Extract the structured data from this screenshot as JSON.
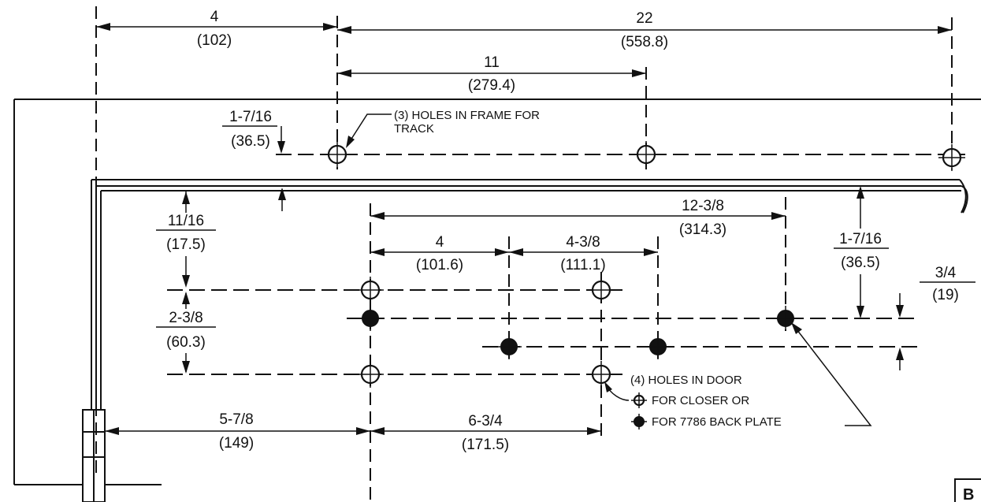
{
  "dimensions": {
    "d4_top": {
      "value": "4",
      "metric": "(102)"
    },
    "d22": {
      "value": "22",
      "metric": "(558.8)"
    },
    "d11": {
      "value": "11",
      "metric": "(279.4)"
    },
    "frame_offset": {
      "value": "1-7/16",
      "metric": "(36.5)"
    },
    "door_gap": {
      "value": "11/16",
      "metric": "(17.5)"
    },
    "d12_3_8": {
      "value": "12-3/8",
      "metric": "(314.3)"
    },
    "d4_door": {
      "value": "4",
      "metric": "(101.6)"
    },
    "d4_3_8": {
      "value": "4-3/8",
      "metric": "(111.1)"
    },
    "door_offset": {
      "value": "1-7/16",
      "metric": "(36.5)"
    },
    "d3_4": {
      "value": "3/4",
      "metric": "(19)"
    },
    "d2_3_8": {
      "value": "2-3/8",
      "metric": "(60.3)"
    },
    "d5_7_8": {
      "value": "5-7/8",
      "metric": "(149)"
    },
    "d6_3_4": {
      "value": "6-3/4",
      "metric": "(171.5)"
    }
  },
  "notes": {
    "frame_holes_line1": "(3) HOLES IN FRAME FOR",
    "frame_holes_line2": "TRACK",
    "door_holes_line1": "(4) HOLES IN DOOR",
    "door_holes_line2": "FOR CLOSER OR",
    "door_holes_line3": "FOR 7786 BACK PLATE"
  },
  "reference_box": {
    "label": "B"
  },
  "legend": {
    "open_hole_icon": "open-circle-crosshair-icon",
    "filled_hole_icon": "filled-circle-crosshair-icon"
  }
}
